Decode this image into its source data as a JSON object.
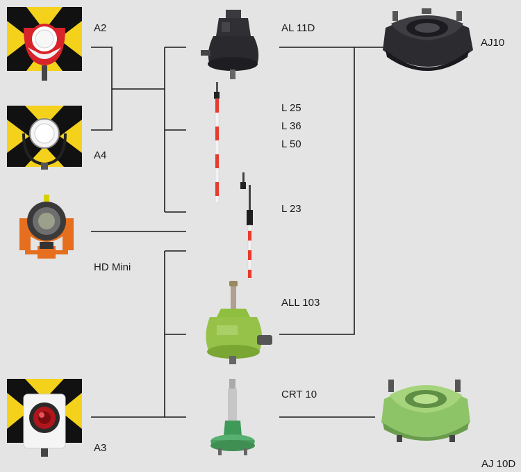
{
  "labels": {
    "a2": "A2",
    "a4": "A4",
    "hd_mini": "HD Mini",
    "a3": "A3",
    "al11d": "AL 11D",
    "poles": [
      "L 25",
      "L 36",
      "L 50"
    ],
    "l23": "L 23",
    "all103": "ALL 103",
    "crt10": "CRT 10",
    "aj10": "AJ10",
    "aj10d": "AJ 10D"
  },
  "colors": {
    "background": "#e4e4e4",
    "line": "#1a1a1a",
    "target_yellow": "#f4d21c",
    "target_black": "#111111",
    "holder_red": "#d8232a",
    "holder_orange": "#e56f1f",
    "adapter_black": "#2a2a2e",
    "adapter_green": "#8fbf3e",
    "tribrach_green": "#9ccf6e",
    "pole_red": "#e63b2e"
  }
}
